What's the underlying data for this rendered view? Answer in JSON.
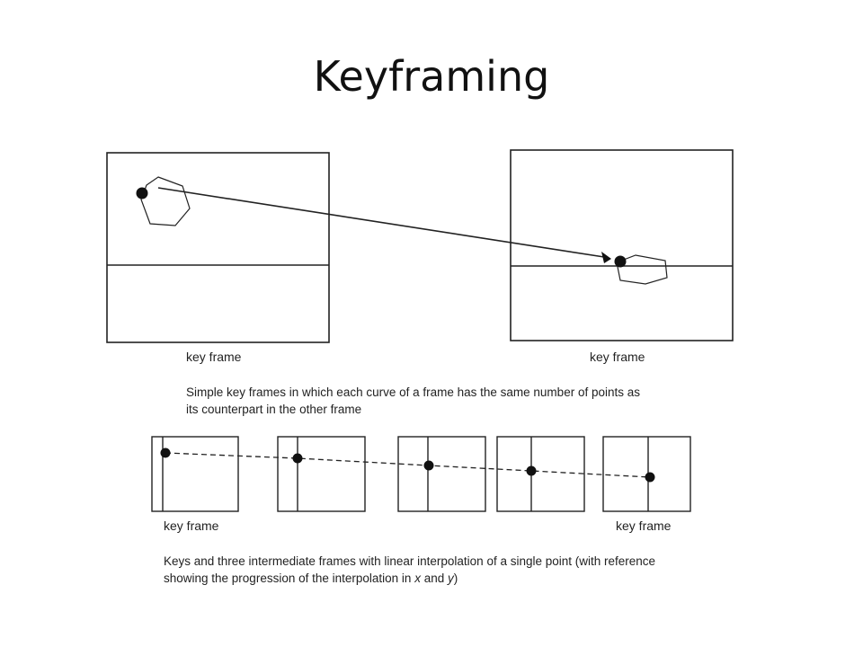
{
  "slide": {
    "title": "Keyframing"
  },
  "top_figure": {
    "left_label": "key frame",
    "right_label": "key frame",
    "caption_line1": "Simple key frames in which each curve of a frame has the same number of points as",
    "caption_line2": "its counterpart in the other frame"
  },
  "bottom_figure": {
    "left_label": "key frame",
    "right_label": "key frame",
    "caption_line1": "Keys and three intermediate frames with linear interpolation of a single point (with reference",
    "caption_line2_pre": "showing the progression of the interpolation in ",
    "caption_x": "x",
    "caption_and": " and ",
    "caption_y": "y",
    "caption_close": ")"
  }
}
